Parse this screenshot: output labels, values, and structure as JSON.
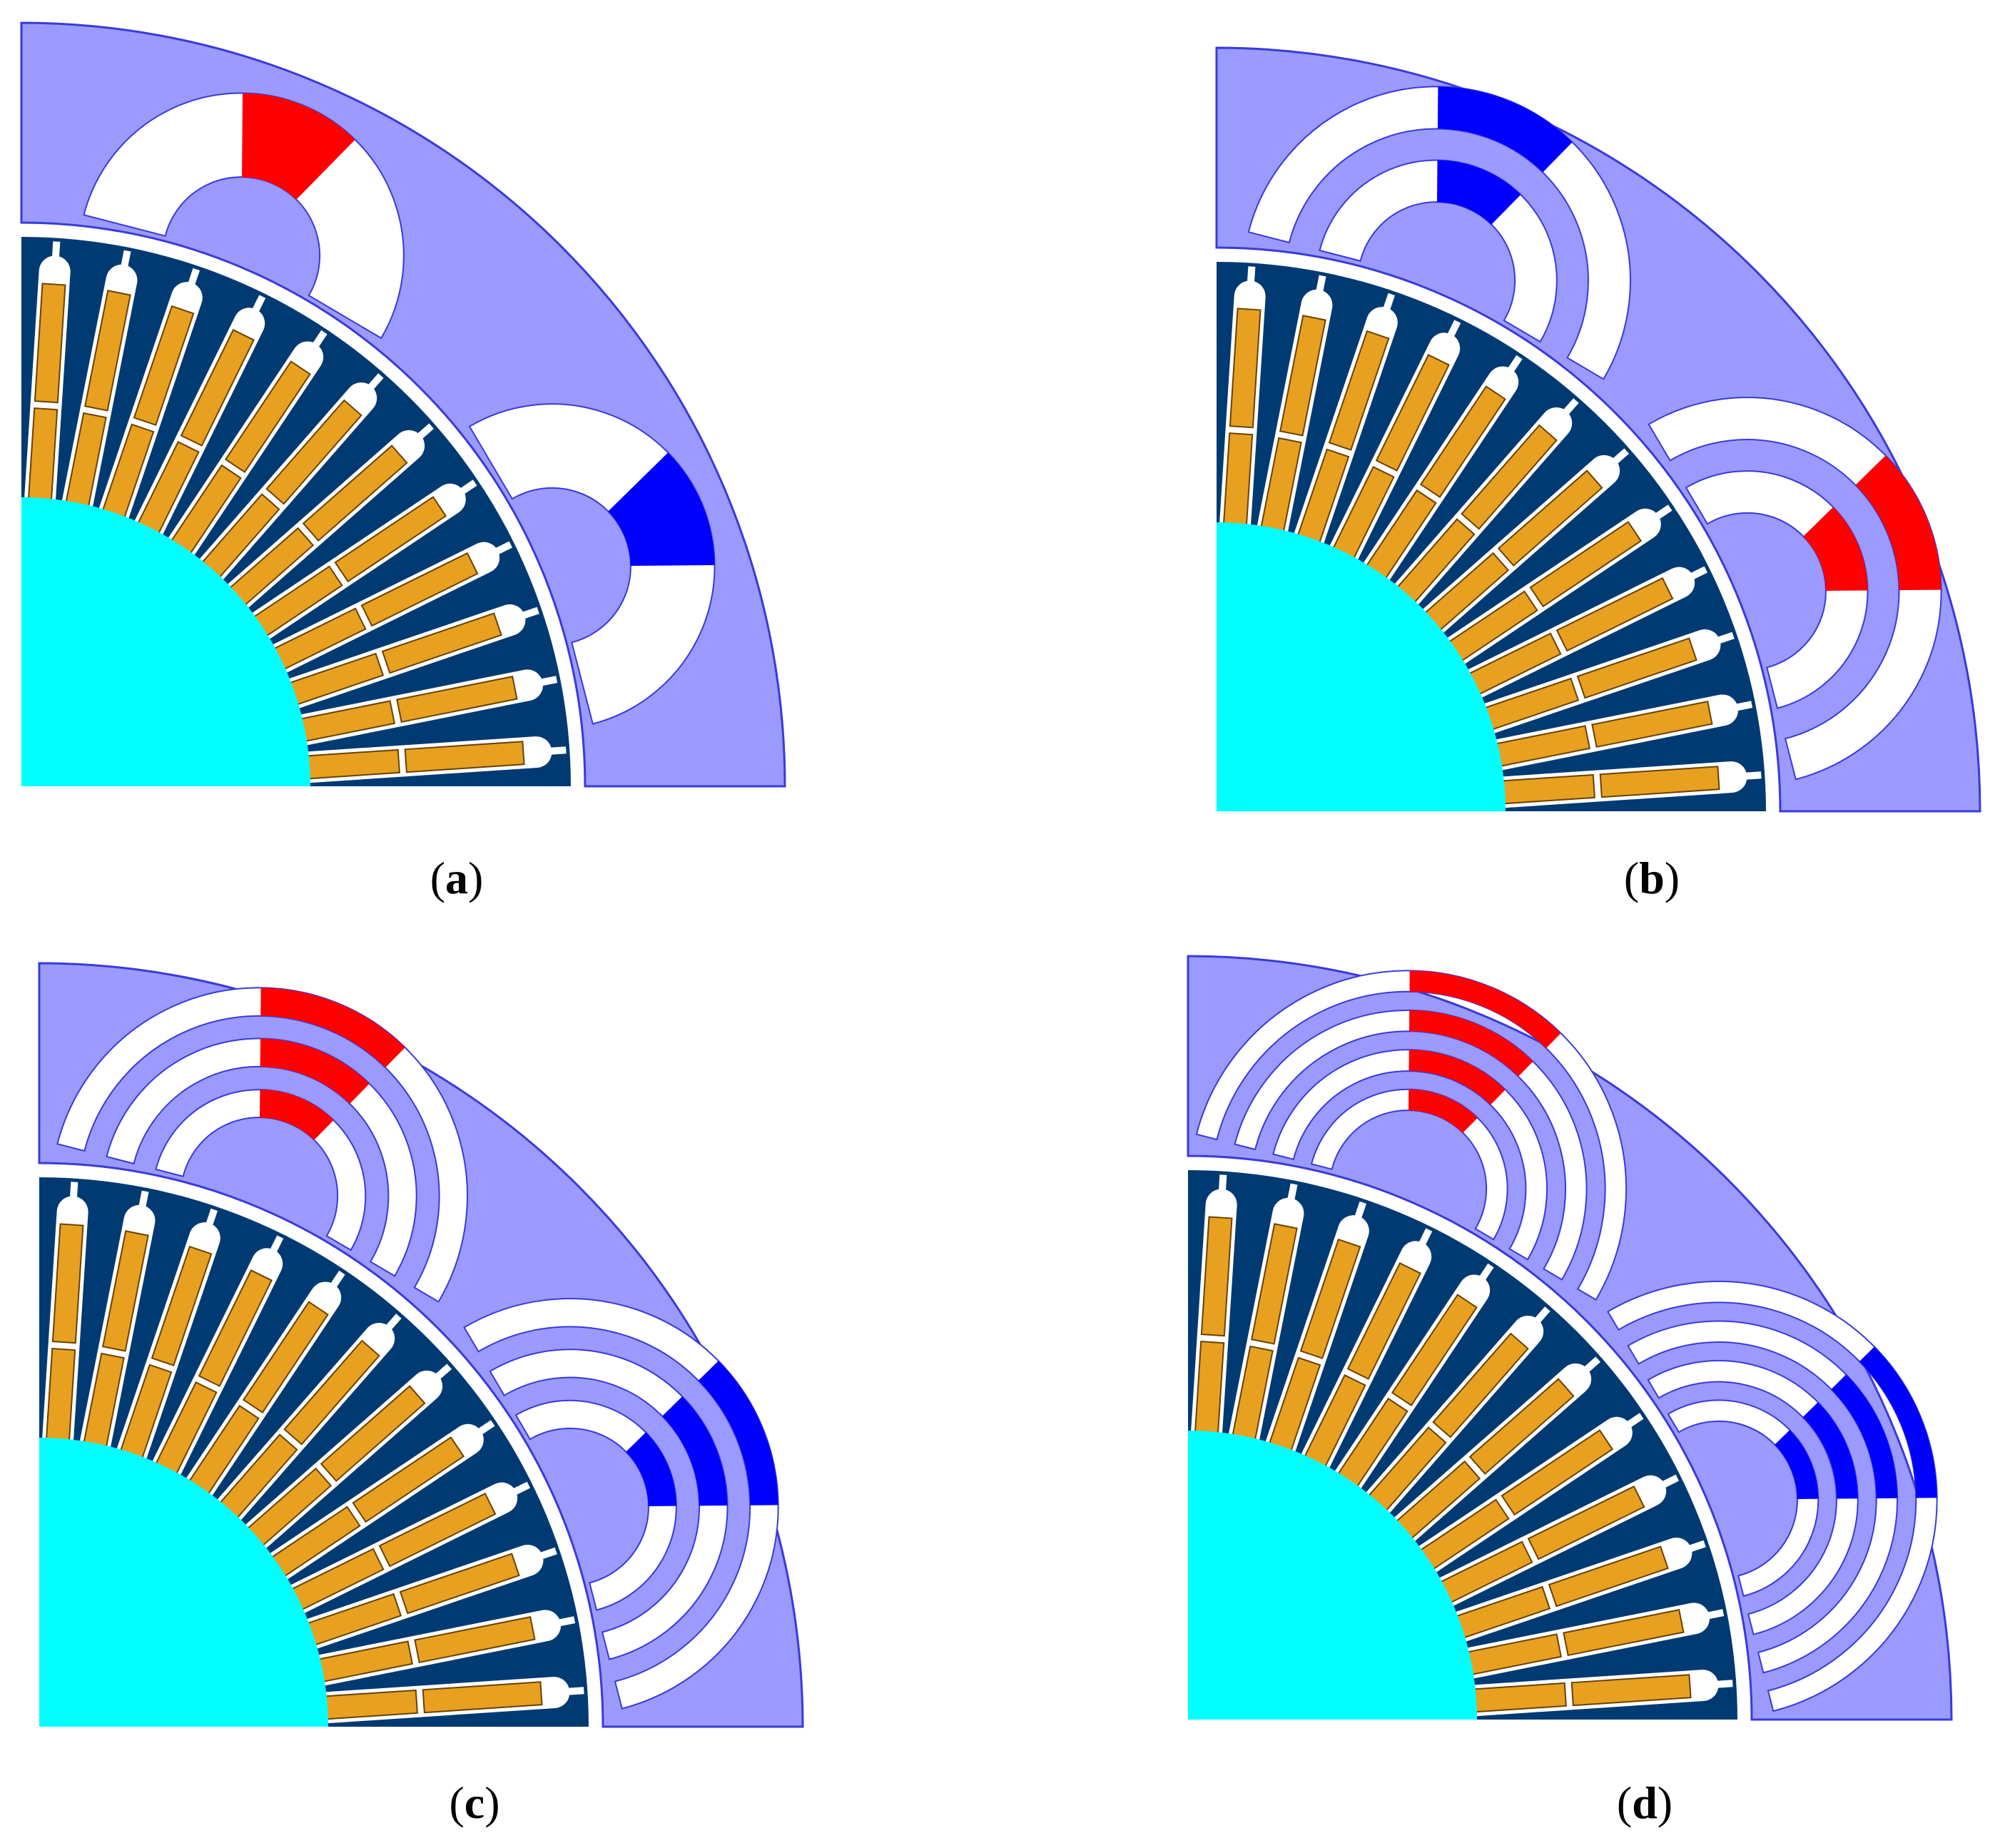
{
  "figure": {
    "panels": [
      {
        "id": "a",
        "label": "a",
        "barrier_layers": 1,
        "pole1_color": "red",
        "pole2_color": "blue"
      },
      {
        "id": "b",
        "label": "b",
        "barrier_layers": 2,
        "pole1_color": "blue",
        "pole2_color": "red"
      },
      {
        "id": "c",
        "label": "c",
        "barrier_layers": 3,
        "pole1_color": "red",
        "pole2_color": "blue"
      },
      {
        "id": "d",
        "label": "d",
        "barrier_layers": 4,
        "pole1_color": "red",
        "pole2_color": "blue"
      }
    ],
    "colors": {
      "rotor_core": "#9a9aff",
      "rotor_outline": "#3a3ad8",
      "stator_core": "#003a73",
      "shaft": "#00ffff",
      "winding": "#e8a020",
      "winding_outline": "#6b4200",
      "slot": "#ffffff",
      "barrier": "#ffffff",
      "magnet_red": "#ff0000",
      "magnet_blue": "#0000ff",
      "caption": "#000000"
    }
  }
}
